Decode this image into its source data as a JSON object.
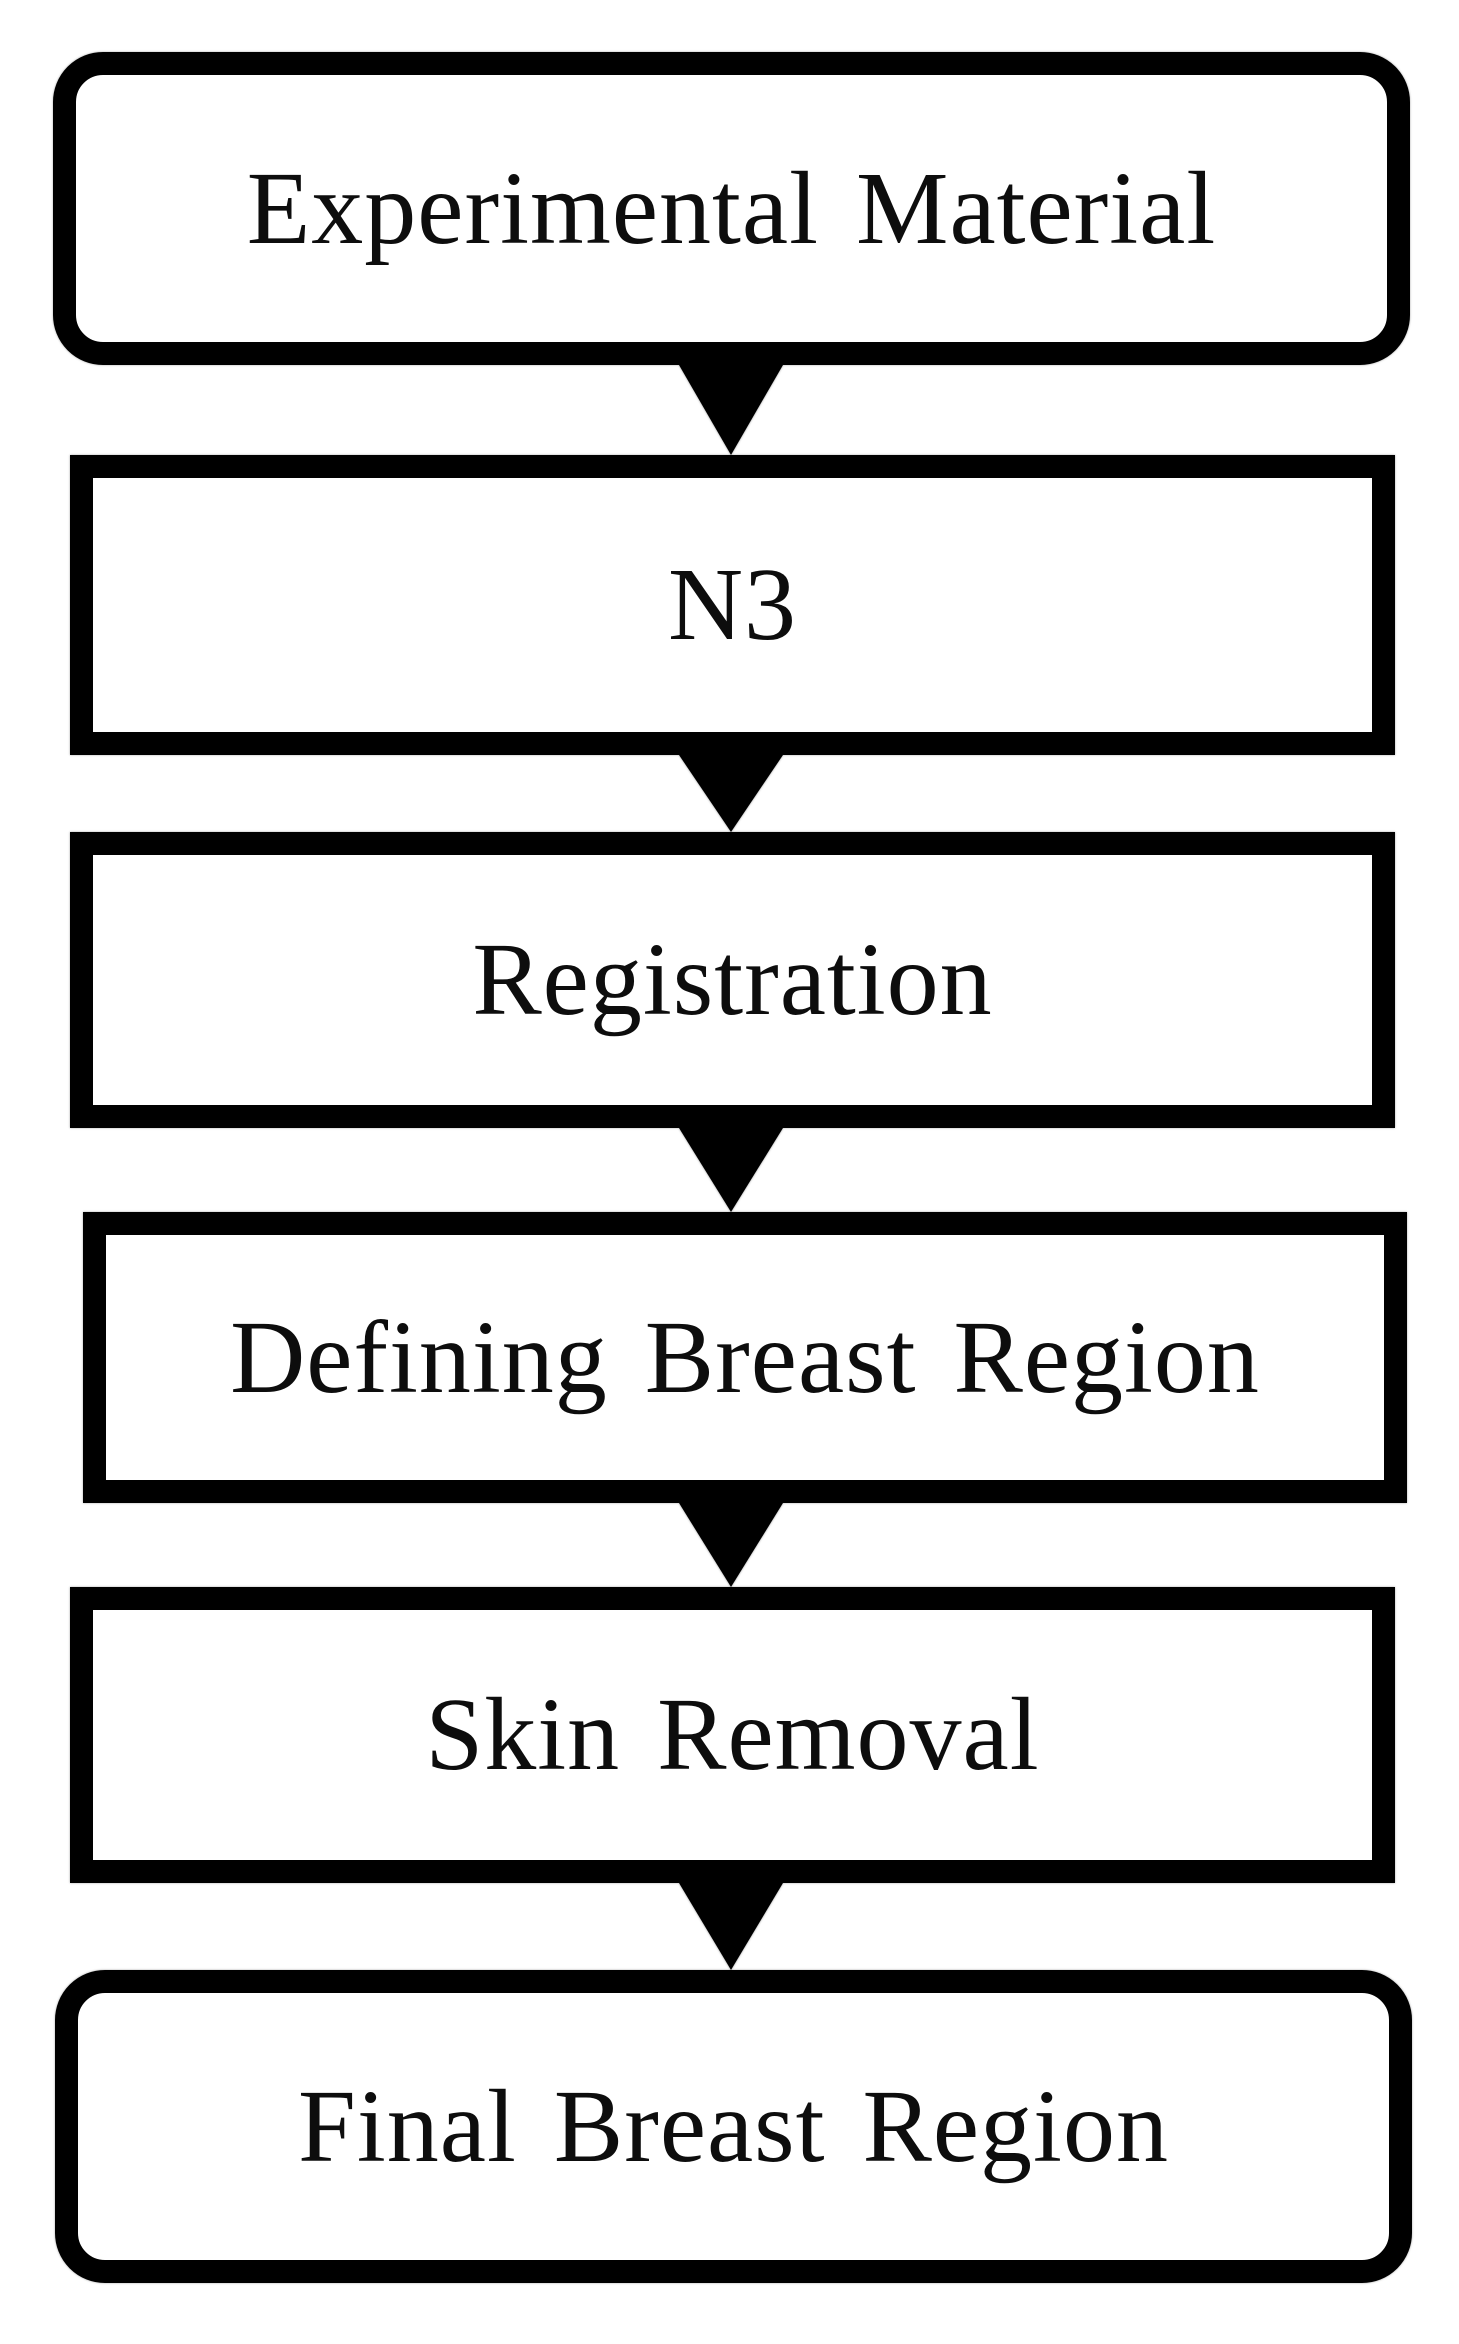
{
  "figure": {
    "type": "flowchart",
    "direction": "top-down",
    "background_color": "#ffffff",
    "stroke_color": "#000000",
    "fill_color": "#ffffff",
    "text_color": "#0d0d0d",
    "connector_style": "solid-filled-triangle-down",
    "steps": [
      {
        "label": "Experimental Material",
        "shape": "rounded"
      },
      {
        "label": "N3",
        "shape": "rect"
      },
      {
        "label": "Registration",
        "shape": "rect"
      },
      {
        "label": "Defining Breast Region",
        "shape": "rect"
      },
      {
        "label": "Skin Removal",
        "shape": "rect"
      },
      {
        "label": "Final Breast Region",
        "shape": "rounded"
      }
    ]
  }
}
